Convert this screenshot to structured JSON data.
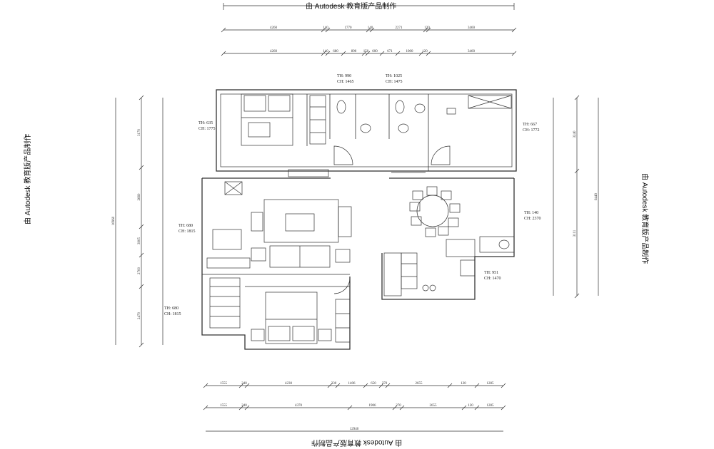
{
  "watermark": "由 Autodesk 教育版产品制作",
  "dims": {
    "top1": [
      "4260",
      "140",
      "1770",
      "140",
      "2271",
      "120",
      "3460"
    ],
    "top2": [
      "4260",
      "140",
      "680",
      "890",
      "150",
      "600",
      "671",
      "1000",
      "120",
      "3460"
    ],
    "bottom1": [
      "1555",
      "240",
      "4230",
      "330",
      "1406",
      "650",
      "270",
      "2655",
      "120",
      "1285"
    ],
    "bottom2": [
      "1555",
      "240",
      "4370",
      "1906",
      "270",
      "2655",
      "120",
      "1285"
    ],
    "bottom_total": "12940",
    "left_outer": [
      "3170",
      "2660",
      "3905",
      "2700",
      "2470"
    ],
    "left_total": "16960",
    "right_outer": [
      "3240",
      "3111"
    ],
    "right_total": "6449"
  },
  "rooms": {
    "bed_top": {
      "window": "TH: 635",
      "sill": "CH: 1775"
    },
    "bath1": {
      "window": "TH: 990",
      "sill": "CH: 1465"
    },
    "bath2": {
      "window": "TH: 1025",
      "sill": "CH: 1475"
    },
    "study": {
      "window": "TH: 667",
      "sill": "CH: 1772"
    },
    "living": {
      "window": "TH: 680",
      "sill": "CH: 1815"
    },
    "dining": {
      "window": "TH: 140",
      "sill": "CH: 2370"
    },
    "kitchen": {
      "window": "TH: 951",
      "sill": "CH: 1470"
    },
    "bed_bottom": {
      "window": "TH: 680",
      "sill": "CH: 1815"
    }
  }
}
